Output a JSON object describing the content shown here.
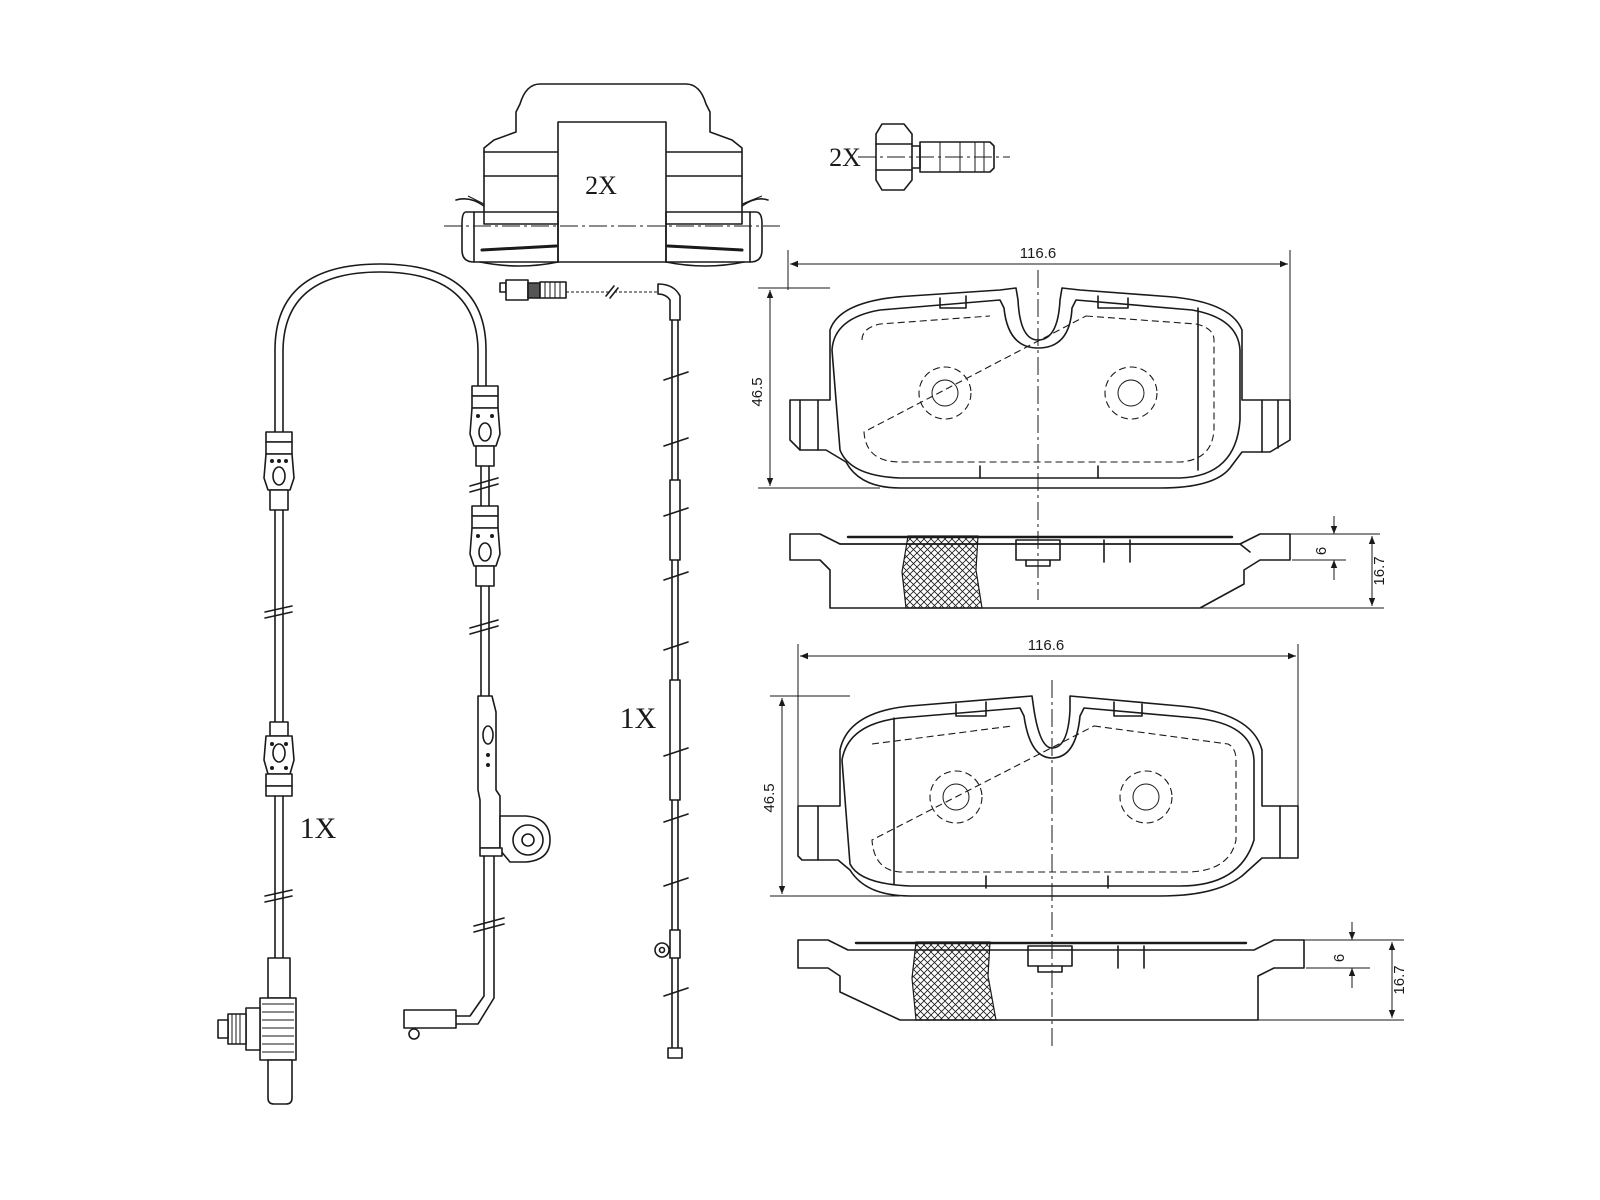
{
  "labels": {
    "clip_qty": "2X",
    "bolt_qty": "2X",
    "sensor_left_qty": "1X",
    "sensor_mid_qty": "1X"
  },
  "dimensions": {
    "top_pad_width": "116.6",
    "top_pad_height": "46.5",
    "top_pad_backplate": "6",
    "top_pad_thickness": "16.7",
    "bottom_pad_width": "116.6",
    "bottom_pad_height": "46.5",
    "bottom_pad_backplate": "6",
    "bottom_pad_thickness": "16.7"
  }
}
